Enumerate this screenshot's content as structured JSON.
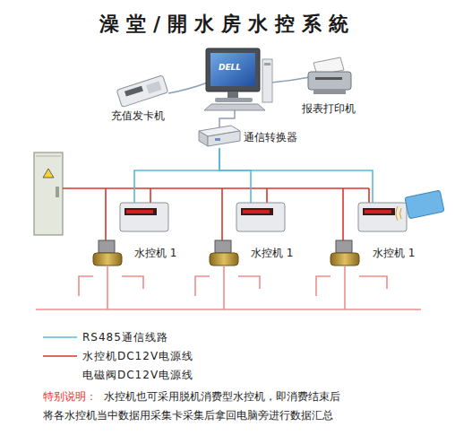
{
  "diagram": {
    "title": "澡堂/開水房水控系統",
    "nodes": [
      {
        "text": [
          "充值发卡机"
        ]
      },
      {
        "text": [
          "报表打印机"
        ]
      },
      {
        "text": [
          "通信转换器"
        ]
      },
      {
        "text": [
          "水控机 1"
        ]
      },
      {
        "text": [
          "水控机 1"
        ]
      },
      {
        "text": [
          "水控机 1"
        ]
      }
    ],
    "edges": [
      {
        "from": 2,
        "to": 3,
        "arrow": "none"
      },
      {
        "from": 2,
        "to": 4,
        "arrow": "none"
      },
      {
        "from": 2,
        "to": 5,
        "arrow": "none"
      }
    ],
    "labels": [
      "DELL",
      "特别说明：",
      "水控机也可采用脱机消费型水控机，即消费结束后将各水控机当中数据用采集卡采集后拿回电脑旁进行数据汇总"
    ],
    "legend": [
      {
        "text": "RS485通信线路"
      },
      {
        "text": "水控机DC12V电源线"
      },
      {
        "text": "电磁阀DC12V电源线"
      }
    ]
  }
}
